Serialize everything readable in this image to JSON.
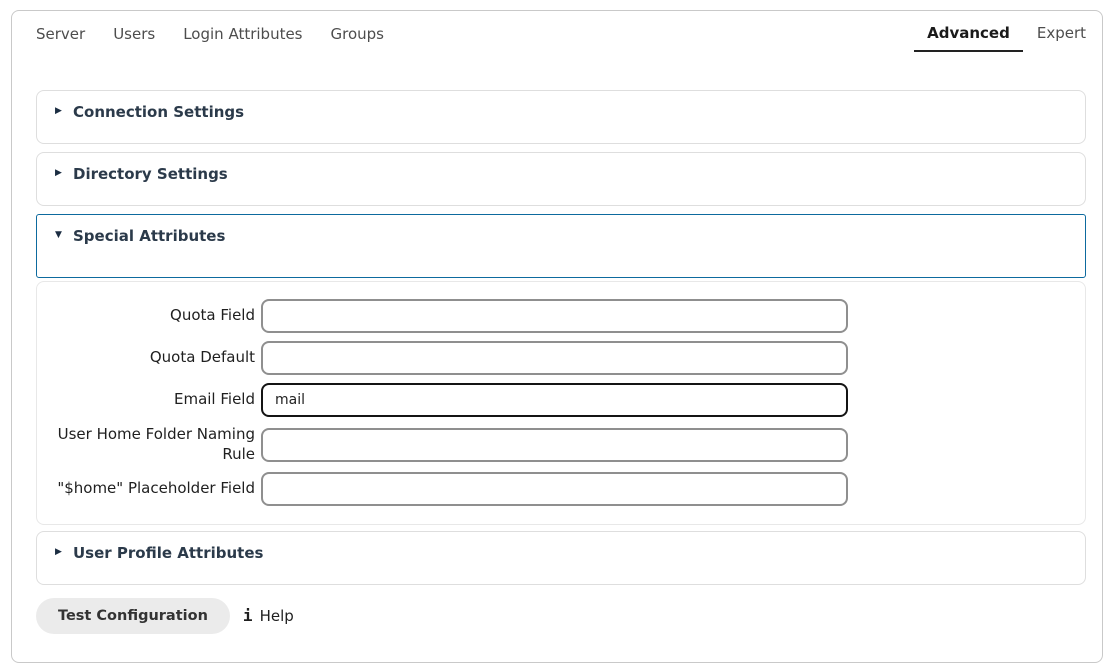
{
  "nav": {
    "tabs": [
      {
        "label": "Server"
      },
      {
        "label": "Users"
      },
      {
        "label": "Login Attributes"
      },
      {
        "label": "Groups"
      }
    ],
    "modes": [
      {
        "label": "Advanced",
        "active": true
      },
      {
        "label": "Expert",
        "active": false
      }
    ]
  },
  "sections": [
    {
      "title": "Connection Settings",
      "expanded": false
    },
    {
      "title": "Directory Settings",
      "expanded": false
    },
    {
      "title": "Special Attributes",
      "expanded": true
    },
    {
      "title": "User Profile Attributes",
      "expanded": false
    }
  ],
  "special_attributes_form": {
    "fields": [
      {
        "label": "Quota Field",
        "value": "",
        "focused": false
      },
      {
        "label": "Quota Default",
        "value": "",
        "focused": false
      },
      {
        "label": "Email Field",
        "value": "mail",
        "focused": true
      },
      {
        "label": "User Home Folder Naming Rule",
        "value": "",
        "focused": false
      },
      {
        "label": "\"$home\" Placeholder Field",
        "value": "",
        "focused": false
      }
    ]
  },
  "footer": {
    "test_button_label": "Test Configuration",
    "help_icon": "i",
    "help_label": "Help"
  },
  "icons": {
    "collapsed_caret": "▶",
    "expanded_caret": "▼"
  },
  "colors": {
    "accent_blue": "#0d6a9e",
    "section_title": "#2b3a4a",
    "focused_input_border": "#141414",
    "box_border": "#dedede",
    "button_bg": "#ebebeb"
  }
}
